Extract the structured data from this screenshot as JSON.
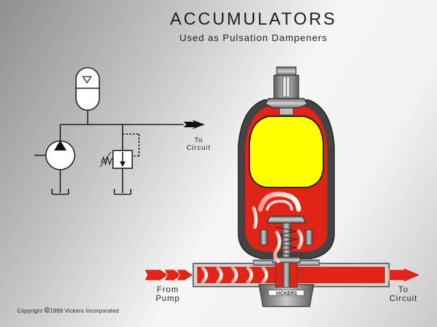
{
  "title": "ACCUMULATORS",
  "subtitle": "Used as Pulsation Dampeners",
  "labels": {
    "schematic_to": "To",
    "schematic_circuit": "Circuit",
    "from": "From",
    "pump": "Pump",
    "to": "To",
    "circuit": "Circuit",
    "brand": "VICKERS"
  },
  "copyright": {
    "prefix": "Copyright",
    "symbol": "©",
    "text": "1999 Vickers Incorporated"
  },
  "colors": {
    "fluid": "#e02418",
    "gas": "#ffff00",
    "steel_dark": "#555555",
    "steel_light": "#c8c8c8",
    "background": "#e8e8e8"
  }
}
